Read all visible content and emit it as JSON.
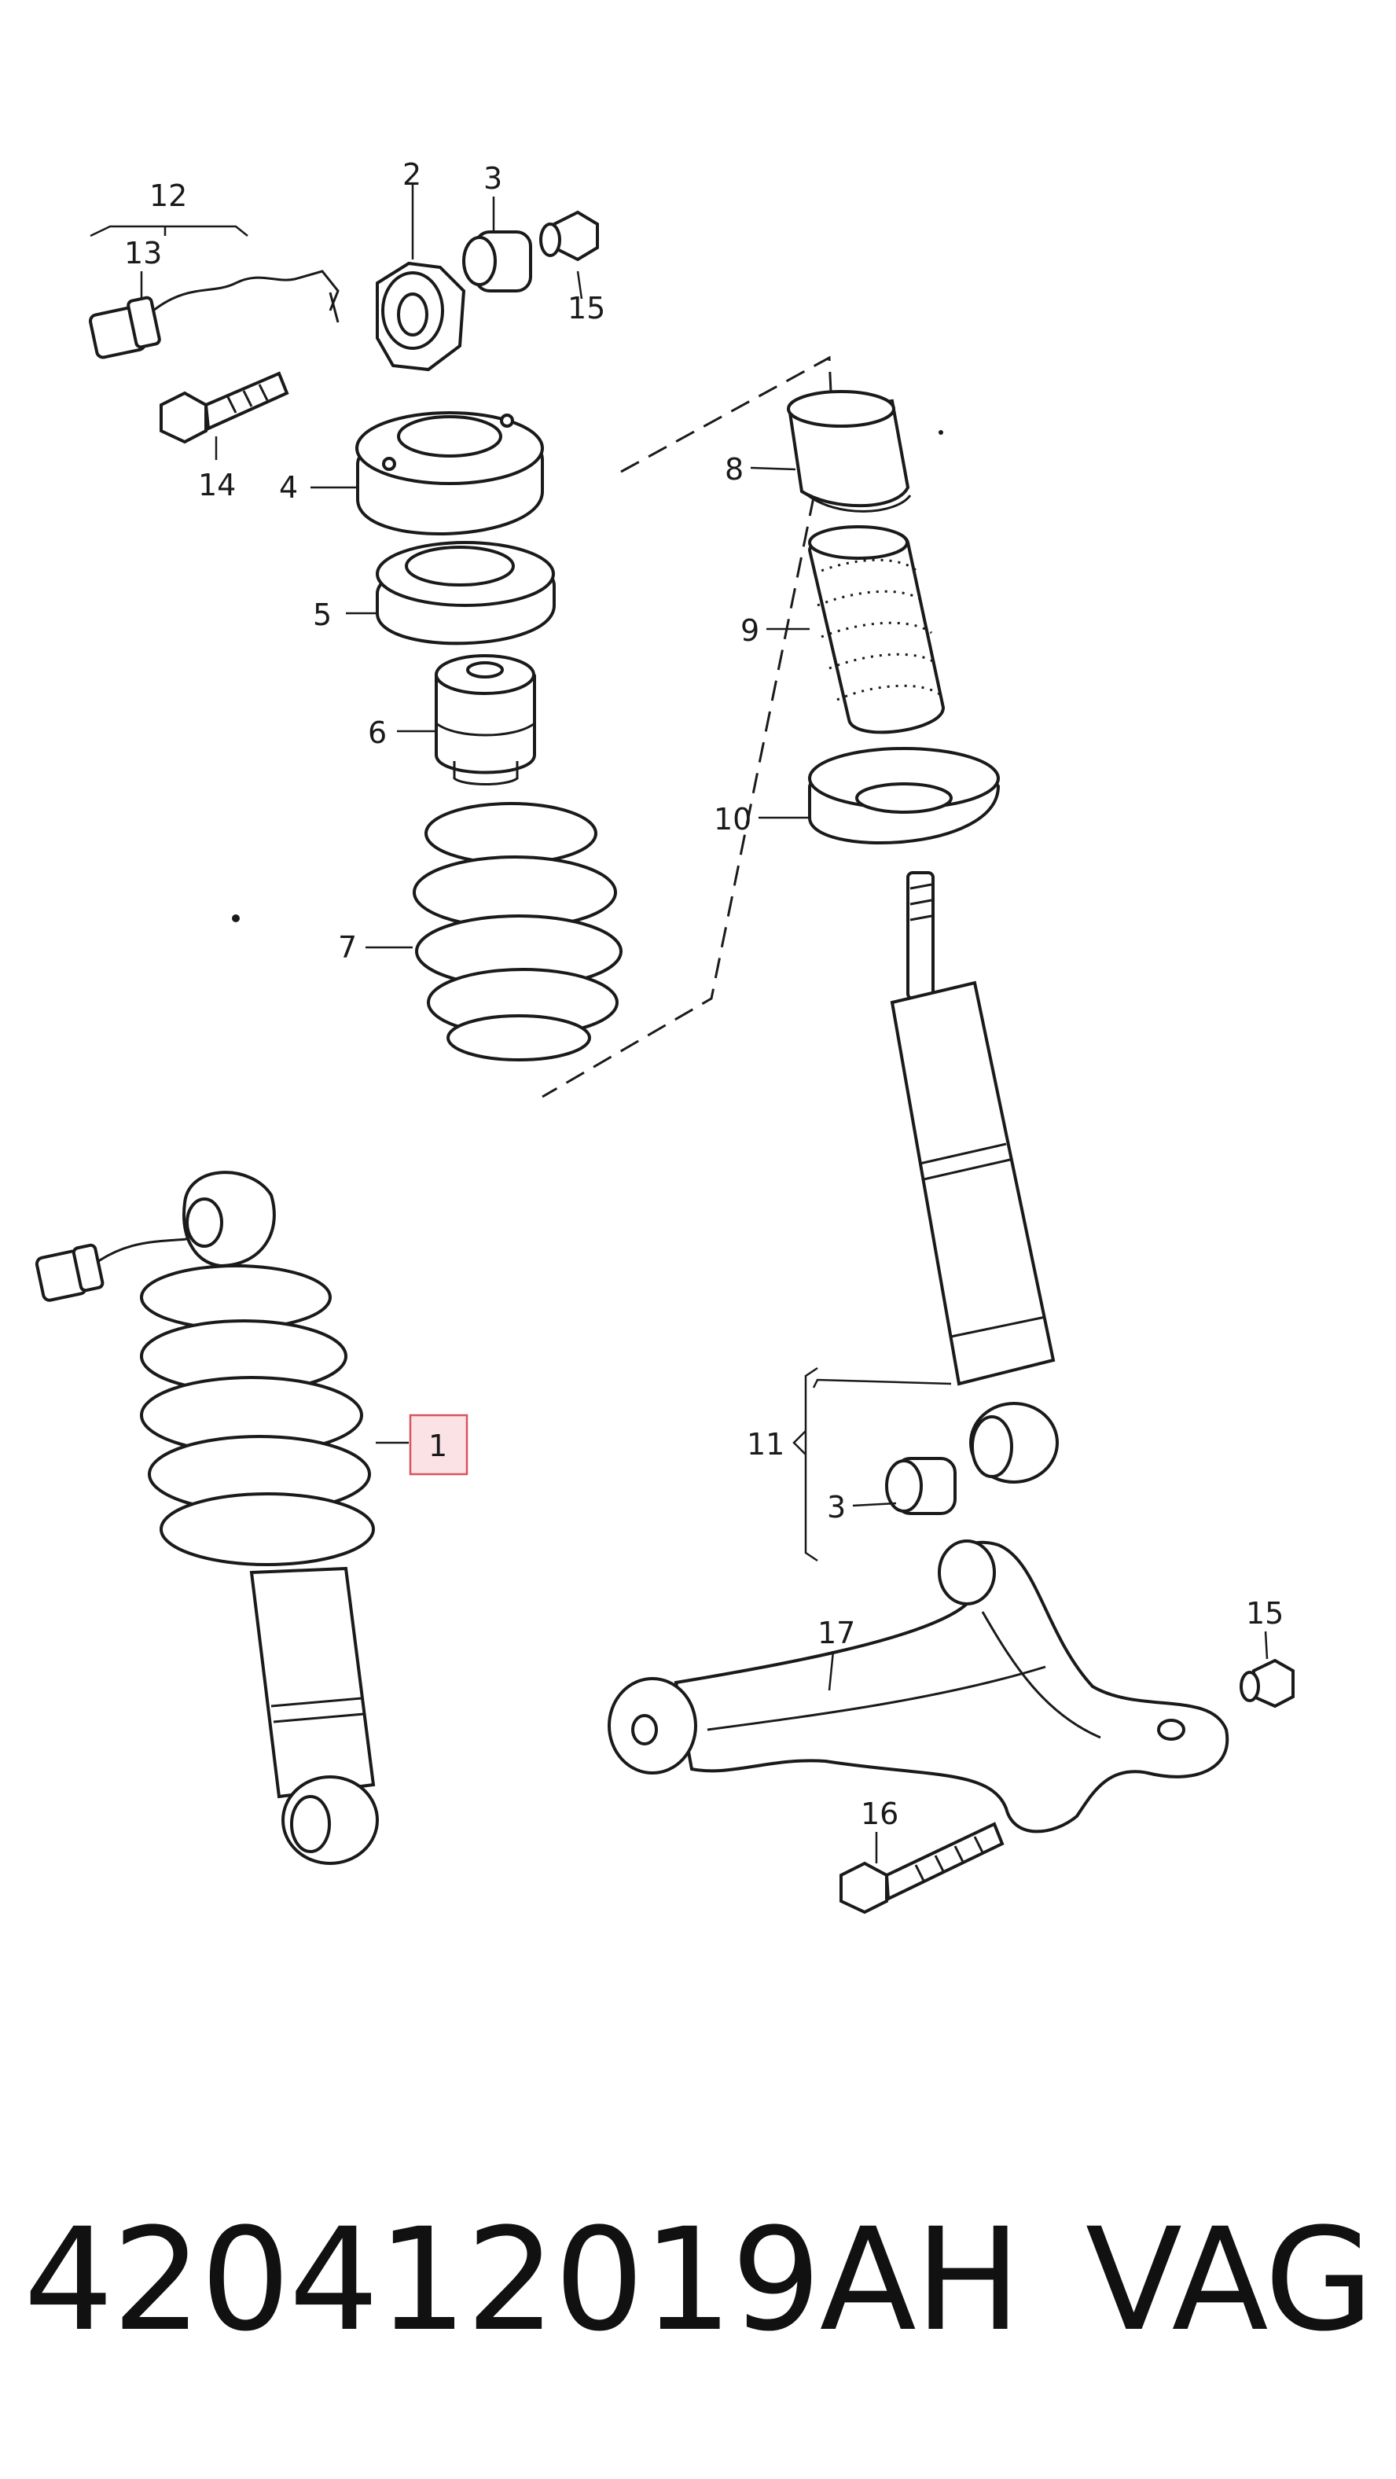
{
  "callouts": {
    "c1": "1",
    "c2": "2",
    "c3a": "3",
    "c3b": "3",
    "c4": "4",
    "c5": "5",
    "c6": "6",
    "c7": "7",
    "c8": "8",
    "c9": "9",
    "c10": "10",
    "c11": "11",
    "c12": "12",
    "c13": "13",
    "c14": "14",
    "c15a": "15",
    "c15b": "15",
    "c16": "16",
    "c17": "17"
  },
  "highlighted_callout": "1",
  "footer": {
    "part_number": "420412019AH",
    "brand": "VAG"
  },
  "colors": {
    "highlight_fill": "#f096a0",
    "highlight_stroke": "#d9535f",
    "line": "#1a1a1a"
  }
}
